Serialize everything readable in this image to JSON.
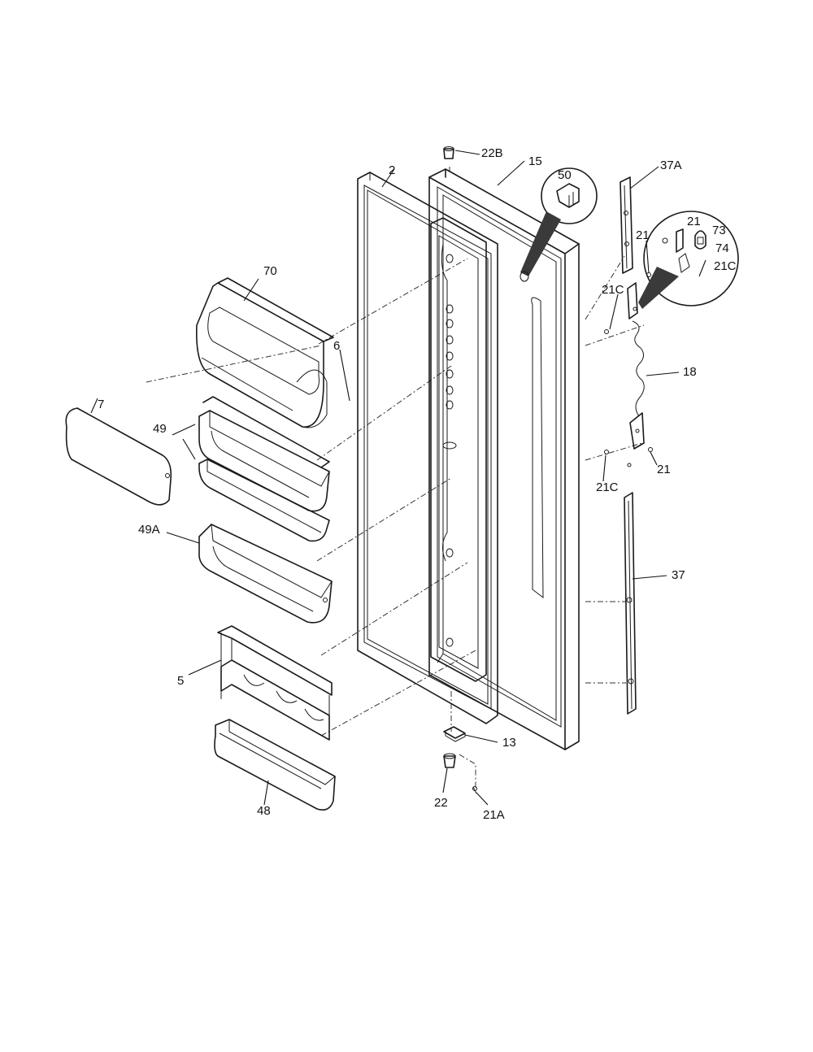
{
  "labels": {
    "p22B": "22B",
    "p15": "15",
    "p2": "2",
    "p50": "50",
    "p37A": "37A",
    "p21_top": "21",
    "p21_circle": "21",
    "p73": "73",
    "p74": "74",
    "p21C_circle": "21C",
    "p21C_upper": "21C",
    "p70": "70",
    "p6": "6",
    "p7": "7",
    "p49": "49",
    "p18": "18",
    "p21_lower": "21",
    "p21C_lower": "21C",
    "p49A": "49A",
    "p37": "37",
    "p5": "5",
    "p13": "13",
    "p22": "22",
    "p21A": "21A",
    "p48": "48"
  }
}
